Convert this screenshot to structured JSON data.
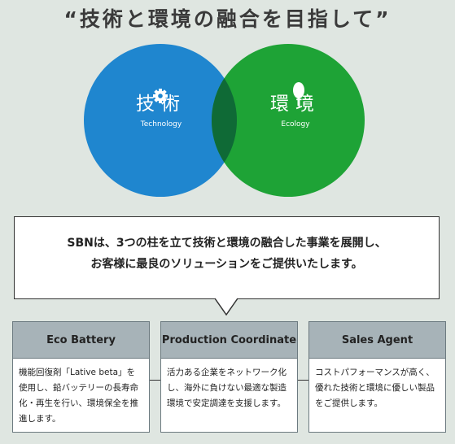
{
  "title": "“技術と環境の融合を目指して”",
  "venn": {
    "left": {
      "label": "技術",
      "sublabel": "Technology",
      "icon": "gear-icon",
      "color": "#1f86cf"
    },
    "right": {
      "label": "環境",
      "sublabel": "Ecology",
      "icon": "tree-icon",
      "color": "#1ea336"
    },
    "overlap_color": "#0f6a36"
  },
  "bubble": {
    "line1": "SBNは、3つの柱を立て技術と環境の融合した事業を展開し、",
    "line2": "お客様に最良のソリューションをご提供いたします。"
  },
  "pillars": [
    {
      "title": "Eco Battery",
      "body": "機能回復剤「Lative beta」を使用し、鉛バッテリーの長寿命化・再生を行い、環境保全を推進します。"
    },
    {
      "title": "Production Coordinate",
      "body": "活力ある企業をネットワーク化し、海外に負けない最適な製造環境で安定調達を支援します。"
    },
    {
      "title": "Sales Agent",
      "body": "コストパフォーマンスが高く、優れた技術と環境に優しい製品をご提供します。"
    }
  ]
}
